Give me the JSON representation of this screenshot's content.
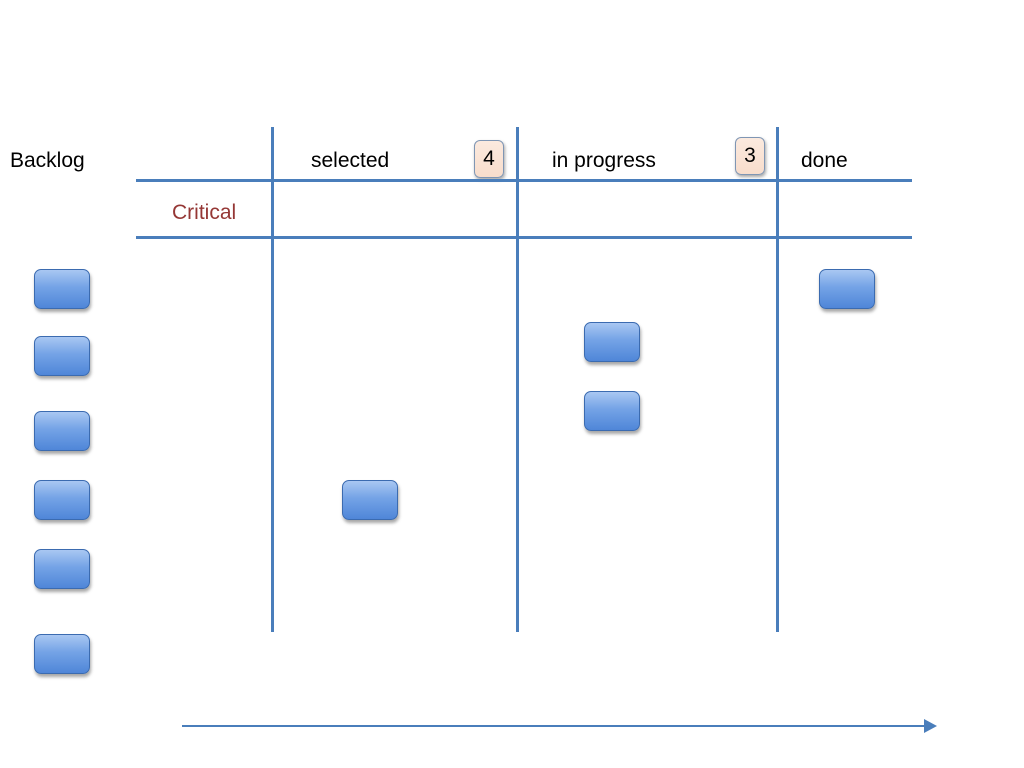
{
  "board": {
    "backlog_label": "Backlog",
    "swimlane_label": "Critical",
    "columns": [
      {
        "key": "selected",
        "label": "selected",
        "wip_limit": "4"
      },
      {
        "key": "in_progress",
        "label": "in progress",
        "wip_limit": "3"
      },
      {
        "key": "done",
        "label": "done"
      }
    ]
  },
  "colors": {
    "grid_lines": "#4a7ebb",
    "card_fill": "#5b8fdd",
    "card_border": "#3b6bb0",
    "wip_badge_fill": "#fbe5d6",
    "swimlane_label": "#953735"
  },
  "cards": {
    "backlog": 6,
    "selected": 1,
    "in_progress": 2,
    "done": 1
  }
}
